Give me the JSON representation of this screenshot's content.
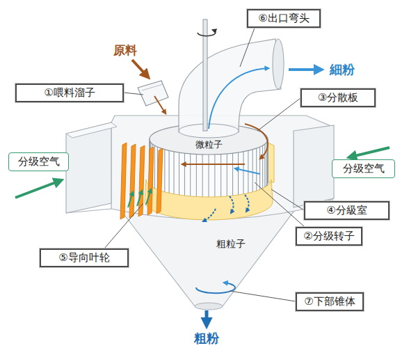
{
  "diagram": {
    "nodes": [
      {
        "text": [
          "⑥出口弯头"
        ]
      },
      {
        "text": [
          "①喂料溜子"
        ]
      },
      {
        "text": [
          "③分散板"
        ]
      },
      {
        "text": [
          "分级空气"
        ]
      },
      {
        "text": [
          "分级空气"
        ]
      },
      {
        "text": [
          "④分級室"
        ]
      },
      {
        "text": [
          "②分级转子"
        ]
      },
      {
        "text": [
          "⑤导向叶轮"
        ]
      },
      {
        "text": [
          "⑦下部锥体"
        ]
      }
    ],
    "labels": [
      "原料",
      "細粉",
      "微粒子",
      "粗粒子",
      "粗粉"
    ]
  }
}
